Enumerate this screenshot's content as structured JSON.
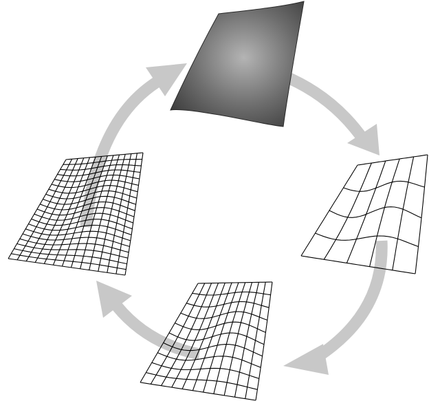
{
  "diagram": {
    "type": "cycle",
    "nodes": [
      {
        "id": "smooth-surface",
        "render": "shaded"
      },
      {
        "id": "coarse-mesh",
        "render": "wireframe",
        "grid": [
          5,
          4
        ]
      },
      {
        "id": "medium-mesh",
        "render": "wireframe",
        "grid": [
          11,
          10
        ]
      },
      {
        "id": "fine-mesh",
        "render": "wireframe",
        "grid": [
          13,
          20
        ]
      }
    ],
    "edges": [
      {
        "from": "smooth-surface",
        "to": "coarse-mesh"
      },
      {
        "from": "coarse-mesh",
        "to": "medium-mesh"
      },
      {
        "from": "medium-mesh",
        "to": "fine-mesh"
      },
      {
        "from": "fine-mesh",
        "to": "smooth-surface"
      }
    ],
    "colors": {
      "arrow": "#c8c8c8",
      "surface_dark": "#3a3a3a",
      "surface_light": "#b4b4b4",
      "mesh": "#000000"
    }
  }
}
